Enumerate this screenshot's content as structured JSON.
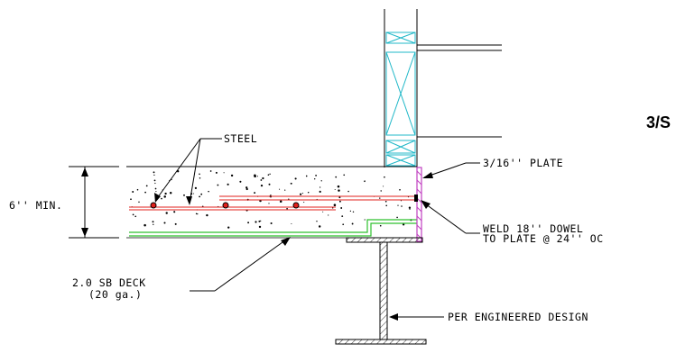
{
  "labels": {
    "steel": "STEEL",
    "depth": "6'' MIN.",
    "plate": "3/16'' PLATE",
    "weld_line1": "WELD 18'' DOWEL",
    "weld_line2": "TO PLATE @ 24'' OC",
    "deck_line1": "2.0 SB DECK",
    "deck_line2": "(20 ga.)",
    "beam": "PER ENGINEERED DESIGN",
    "detail_tag": "3/S"
  },
  "colors": {
    "rebar": "#e0201c",
    "deck": "#2ec12e",
    "plate": "#c040c0",
    "insulation": "#20b8c8",
    "linework": "#000000"
  }
}
